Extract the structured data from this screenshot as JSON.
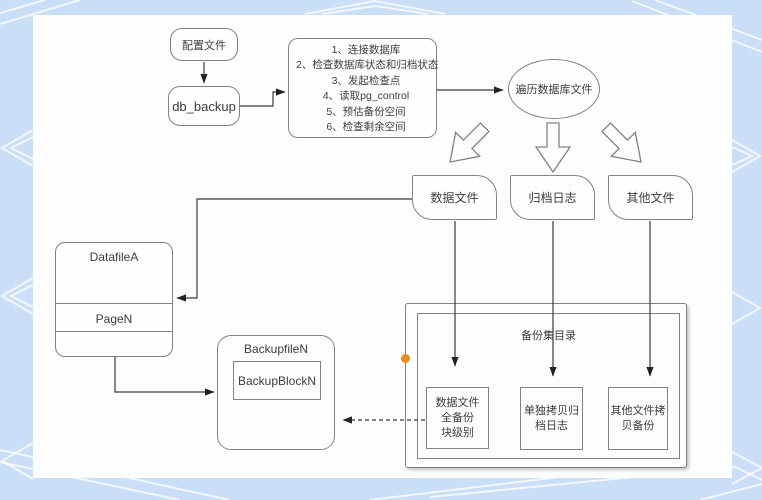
{
  "diagram": {
    "config_file": "配置文件",
    "db_backup": "db_backup",
    "steps": [
      "1、连接数据库",
      "2、检查数据库状态和归档状态",
      "3、发起检查点",
      "4、读取pg_control",
      "5、预估备份空间",
      "6、检查剩余空间"
    ],
    "traverse": "遍历数据库文件",
    "cards": [
      "数据文件",
      "归档日志",
      "其他文件"
    ],
    "datafile": {
      "title": "DatafileA",
      "page": "PageN"
    },
    "backupfile": {
      "title": "BackupfileN",
      "block": "BackupBlockN"
    },
    "backup_set": {
      "title": "备份集目录",
      "boxes": [
        "数据文件\n全备份\n块级别",
        "单独拷贝归\n档日志",
        "其他文件拷\n贝备份"
      ]
    }
  },
  "icons": {
    "block_arrow_left": "block-arrow-down-left",
    "block_arrow_down": "block-arrow-down",
    "block_arrow_right": "block-arrow-down-right",
    "marker": "orange-dot"
  },
  "colors": {
    "frame": "#cadef7",
    "canvas": "#fdfdfd",
    "shape_stroke": "#828282",
    "connector": "#2a2a2a",
    "dot_orange": "#ee8a1e"
  }
}
